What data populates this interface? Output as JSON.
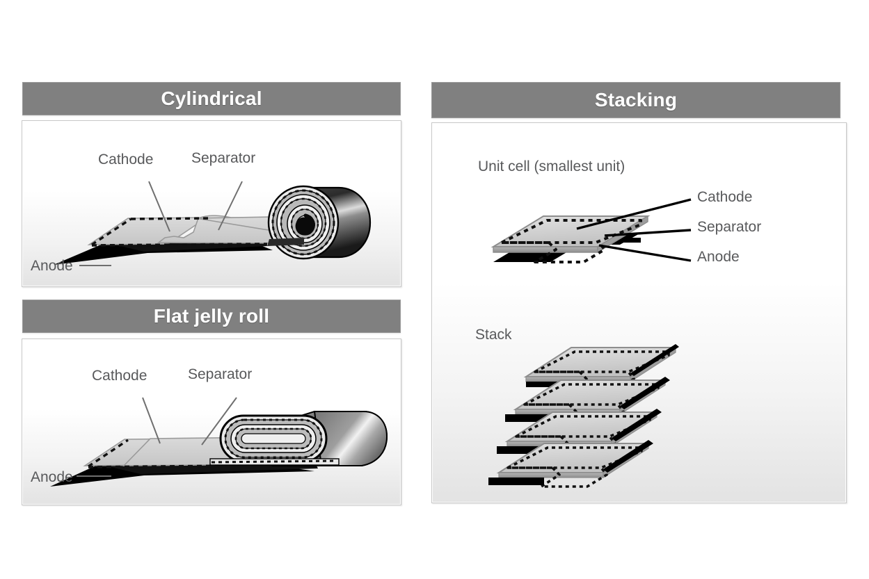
{
  "figure": {
    "background_color": "#ffffff",
    "header_color": "#808080",
    "header_text_color": "#ffffff",
    "label_color": "#58595b",
    "anode_color": "#000000",
    "cathode_color": "#d0d0d0",
    "separator_color": "#c9c9c9"
  },
  "panels": {
    "cylindrical": {
      "title": "Cylindrical",
      "labels": {
        "cathode": "Cathode",
        "separator": "Separator",
        "anode": "Anode"
      }
    },
    "flat_jelly_roll": {
      "title": "Flat jelly roll",
      "labels": {
        "cathode": "Cathode",
        "separator": "Separator",
        "anode": "Anode"
      }
    },
    "stacking": {
      "title": "Stacking",
      "unit_cell_caption": "Unit cell (smallest unit)",
      "stack_caption": "Stack",
      "labels": {
        "cathode": "Cathode",
        "separator": "Separator",
        "anode": "Anode"
      }
    }
  }
}
